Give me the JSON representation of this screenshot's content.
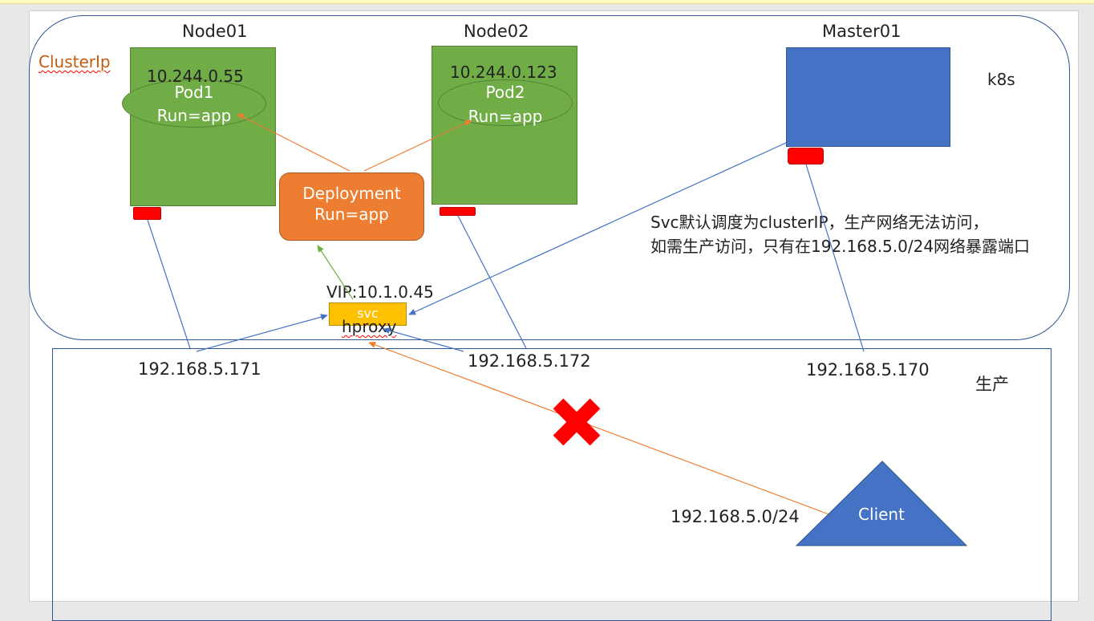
{
  "diagram": {
    "region_k8s_label": "k8s",
    "region_cluster_label": "ClusterIp",
    "region_prod_label": "生产",
    "nodes": [
      {
        "name": "Node01",
        "pod_ip": "10.244.0.55",
        "pod_name": "Pod1",
        "pod_label": "Run=app",
        "host_ip": "192.168.5.171"
      },
      {
        "name": "Node02",
        "pod_ip": "10.244.0.123",
        "pod_name": "Pod2",
        "pod_label": "Run=app",
        "host_ip": "192.168.5.172"
      }
    ],
    "master": {
      "name": "Master01",
      "host_ip": "192.168.5.170"
    },
    "deployment": {
      "title": "Deployment",
      "label": "Run=app"
    },
    "service": {
      "vip": "VIP:10.1.0.45",
      "name": "svc",
      "proxy": "hproxy"
    },
    "note_line1": "Svc默认调度为clusterIP，生产网络无法访问，",
    "note_line2": "如需生产访问，只有在192.168.5.0/24网络暴露端口",
    "client": {
      "label": "Client",
      "subnet": "192.168.5.0/24"
    },
    "colors": {
      "node": "#70ad47",
      "master": "#4472c4",
      "nic": "#ff0000",
      "deployment": "#ed7d31",
      "service": "#ffc000",
      "client": "#4472c4",
      "blocked_cross": "#ff0000",
      "arrow_blue": "#4472c4",
      "arrow_orange": "#ed7d31",
      "arrow_green": "#70ad47"
    }
  }
}
